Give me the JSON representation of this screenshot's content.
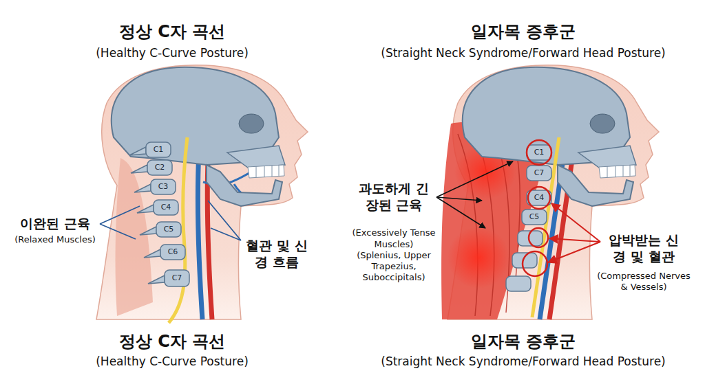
{
  "diagram": {
    "labels": [
      "정상 C자 곡선",
      "(Healthy C-Curve Posture)",
      "일자목 증후군",
      "(Straight Neck Syndrome/Forward Head Posture)",
      "C1",
      "C2",
      "C3",
      "C4",
      "C5",
      "C6",
      "C7",
      "이완된 근육",
      "(Relaxed Muscles)",
      "혈관 및 신경 흐름",
      "C1",
      "C7",
      "C4",
      "C5",
      "과도하게 긴장된 근육",
      "(Excessively Tense Muscles) (Splenius, Upper Trapezius, Suboccipitals)",
      "압박받는 신경 및 혈관",
      "(Compressed Nerves & Vessels)",
      "정상 C자 곡선",
      "(Healthy C-Curve Posture)",
      "일자목 증후군",
      "(Straight Neck Syndrome/Forward Head Posture)"
    ]
  }
}
